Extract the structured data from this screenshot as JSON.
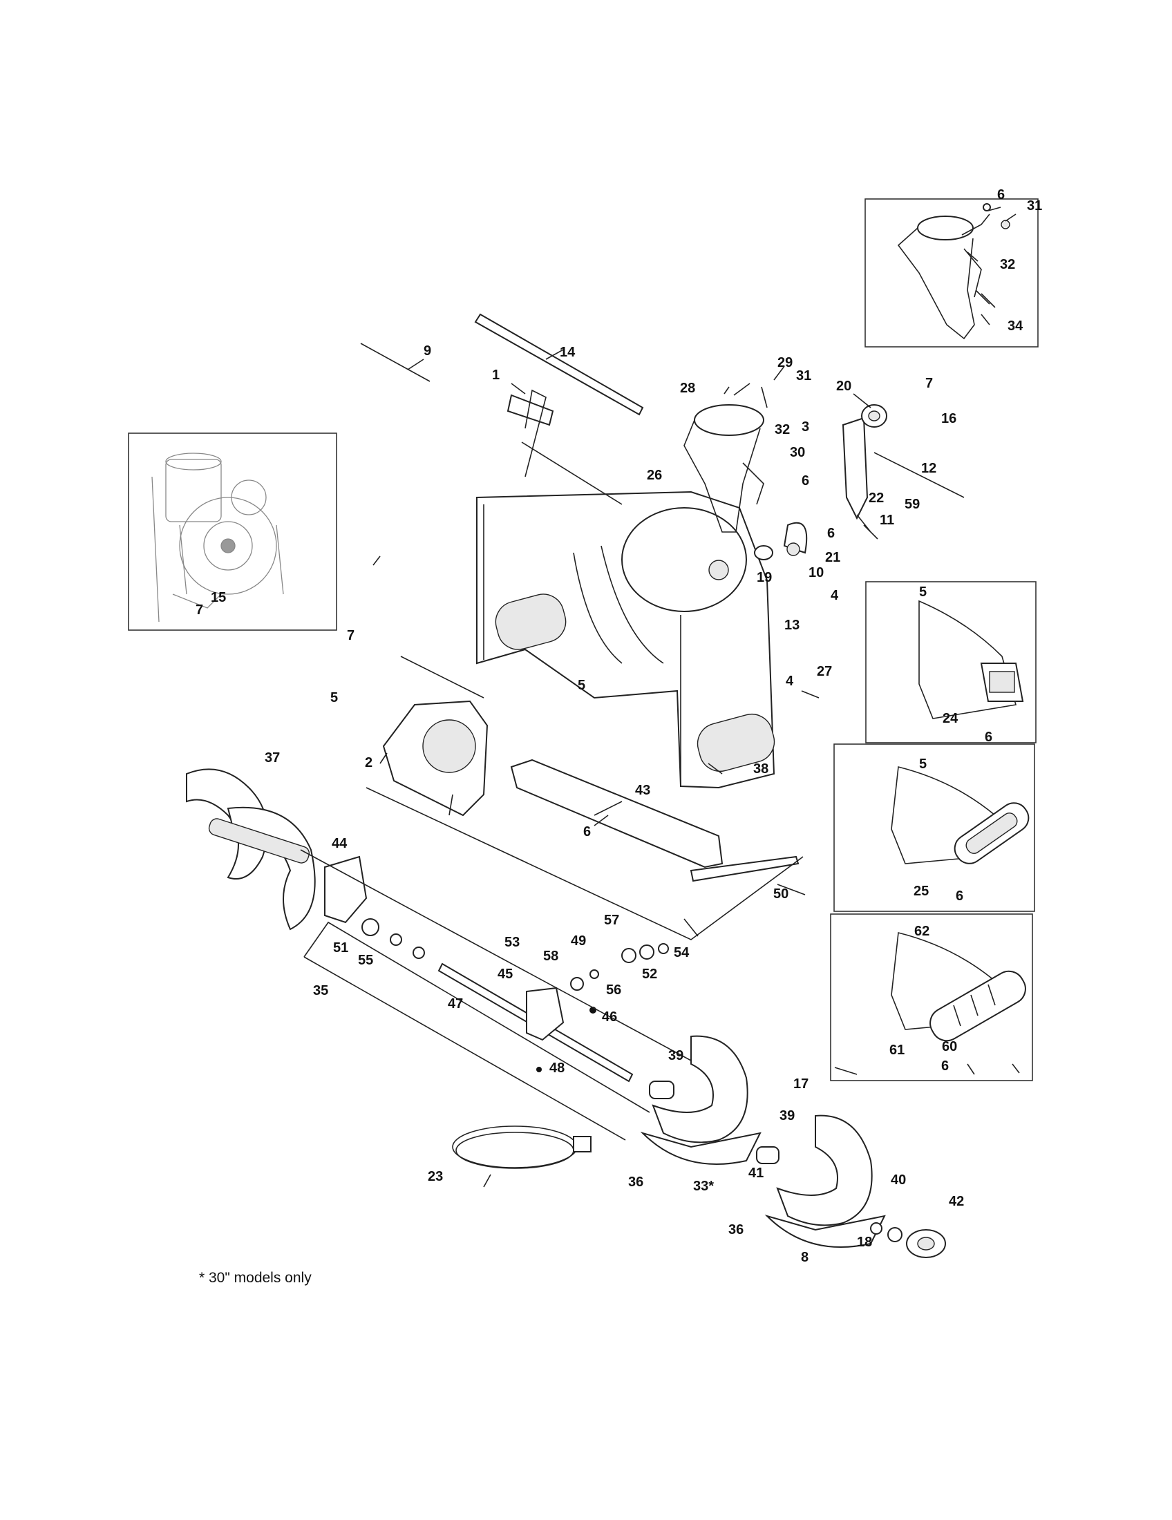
{
  "footnote": "* 30\" models only",
  "callouts": {
    "c1": "1",
    "c2": "2",
    "c3": "3",
    "c4a": "4",
    "c4b": "4",
    "c5a": "5",
    "c5b": "5",
    "c5c": "5",
    "c5d": "5",
    "c6a": "6",
    "c6b": "6",
    "c6c": "6",
    "c6d": "6",
    "c6e": "6",
    "c6f": "6",
    "c6g": "6",
    "c7a": "7",
    "c7b": "7",
    "c7c": "7",
    "c8": "8",
    "c9": "9",
    "c10": "10",
    "c11": "11",
    "c12": "12",
    "c13": "13",
    "c14": "14",
    "c15": "15",
    "c16": "16",
    "c17": "17",
    "c18": "18",
    "c19": "19",
    "c20": "20",
    "c21": "21",
    "c22": "22",
    "c23": "23",
    "c24": "24",
    "c25": "25",
    "c26": "26",
    "c27": "27",
    "c28": "28",
    "c29": "29",
    "c30": "30",
    "c31a": "31",
    "c31b": "31",
    "c32a": "32",
    "c32b": "32",
    "c33": "33*",
    "c34": "34",
    "c35": "35",
    "c36a": "36",
    "c36b": "36",
    "c37": "37",
    "c38": "38",
    "c39a": "39",
    "c39b": "39",
    "c40": "40",
    "c41": "41",
    "c42": "42",
    "c43": "43",
    "c44": "44",
    "c45": "45",
    "c46": "46",
    "c47": "47",
    "c48": "48",
    "c49": "49",
    "c50": "50",
    "c51": "51",
    "c52": "52",
    "c53": "53",
    "c54": "54",
    "c55": "55",
    "c56": "56",
    "c57": "57",
    "c58": "58",
    "c59": "59",
    "c60": "60",
    "c61": "61",
    "c62": "62"
  }
}
